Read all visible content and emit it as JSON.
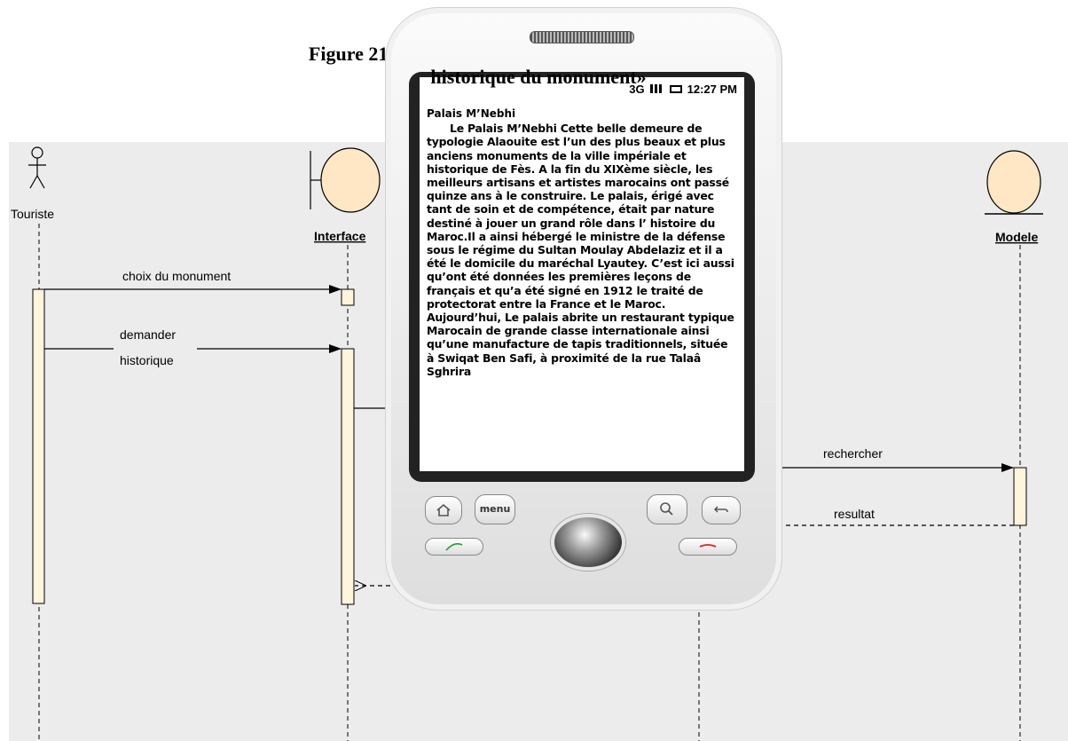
{
  "caption": {
    "line1": "Figure 21: Prototype de l’interface d’option « Afficher",
    "line2": "historique du monument»"
  },
  "diagram": {
    "actor": "Touriste",
    "boundary": "Interface",
    "entity": "Modele",
    "messages": {
      "m1": "choix du monument",
      "m2_line1": "demander",
      "m2_line2": "historique",
      "m3": "rechercher",
      "m4": "resultat"
    }
  },
  "phone": {
    "status": {
      "network": "3G",
      "time": "12:27 PM"
    },
    "screen_title": "Palais M’Nebhi",
    "screen_body": "Le Palais M’Nebhi Cette belle demeure de typologie Alaouite est l’un des plus beaux et plus anciens monuments de la ville impériale et historique de Fès. A la fin du XIXème siècle, les meilleurs artisans et artistes marocains ont passé quinze ans à le construire. Le palais, érigé avec tant de soin et de compétence, était par nature destiné à jouer un grand rôle dans l’ histoire du Maroc.Il a ainsi hébergé le ministre de la défense sous le régime du Sultan Moulay Abdelaziz et il a été le domicile du maréchal Lyautey. C’est ici aussi qu’ont été données les premières leçons de français et qu’a été signé en 1912 le traité de protectorat entre la France et le Maroc. Aujourd’hui, Le palais abrite un restaurant typique Marocain de grande classe internationale ainsi qu’une manufacture de tapis traditionnels, située à Swiqat Ben Safi, à proximité de la rue Talaâ Sghrira",
    "buttons": {
      "menu": "menu"
    },
    "icons": {
      "home": "home-icon",
      "search": "search-icon",
      "back": "back-icon",
      "call": "call-icon",
      "end_call": "end-call-icon"
    }
  }
}
